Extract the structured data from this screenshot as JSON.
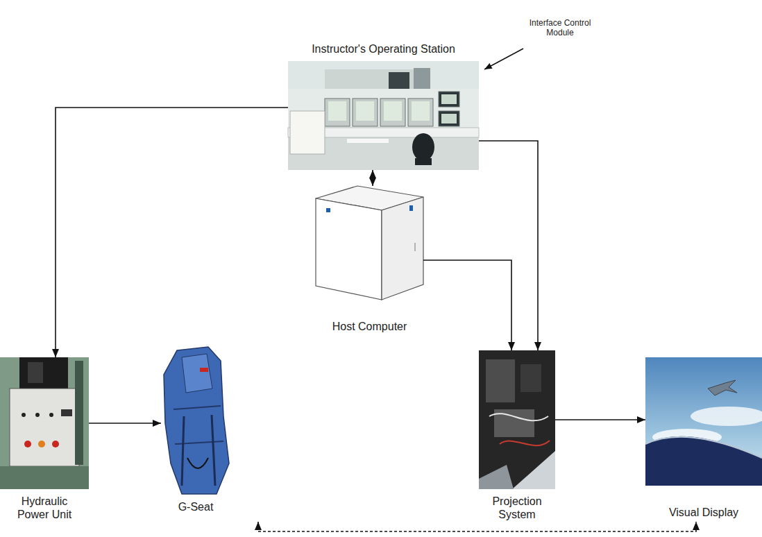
{
  "diagram": {
    "nodes": [
      {
        "text": [
          "Instructor's Operating Station"
        ]
      },
      {
        "text": [
          "Host Computer"
        ]
      },
      {
        "text": [
          "Hydraulic Power Unit"
        ]
      },
      {
        "text": [
          "G-Seat"
        ]
      },
      {
        "text": [
          "Projection System"
        ]
      },
      {
        "text": [
          "Visual Display"
        ]
      }
    ],
    "edges": [
      {
        "from": 0,
        "to": 2,
        "arrow": "to"
      },
      {
        "from": 0,
        "to": 1,
        "arrow": "both"
      },
      {
        "from": 0,
        "to": 4,
        "arrow": "to"
      },
      {
        "from": 1,
        "to": 4,
        "arrow": "to"
      },
      {
        "from": 2,
        "to": 3,
        "arrow": "to"
      },
      {
        "from": 4,
        "to": 5,
        "arrow": "to"
      },
      {
        "from": 3,
        "to": 5,
        "arrow": "both"
      }
    ],
    "labels": [
      "Interface Control Module"
    ]
  }
}
